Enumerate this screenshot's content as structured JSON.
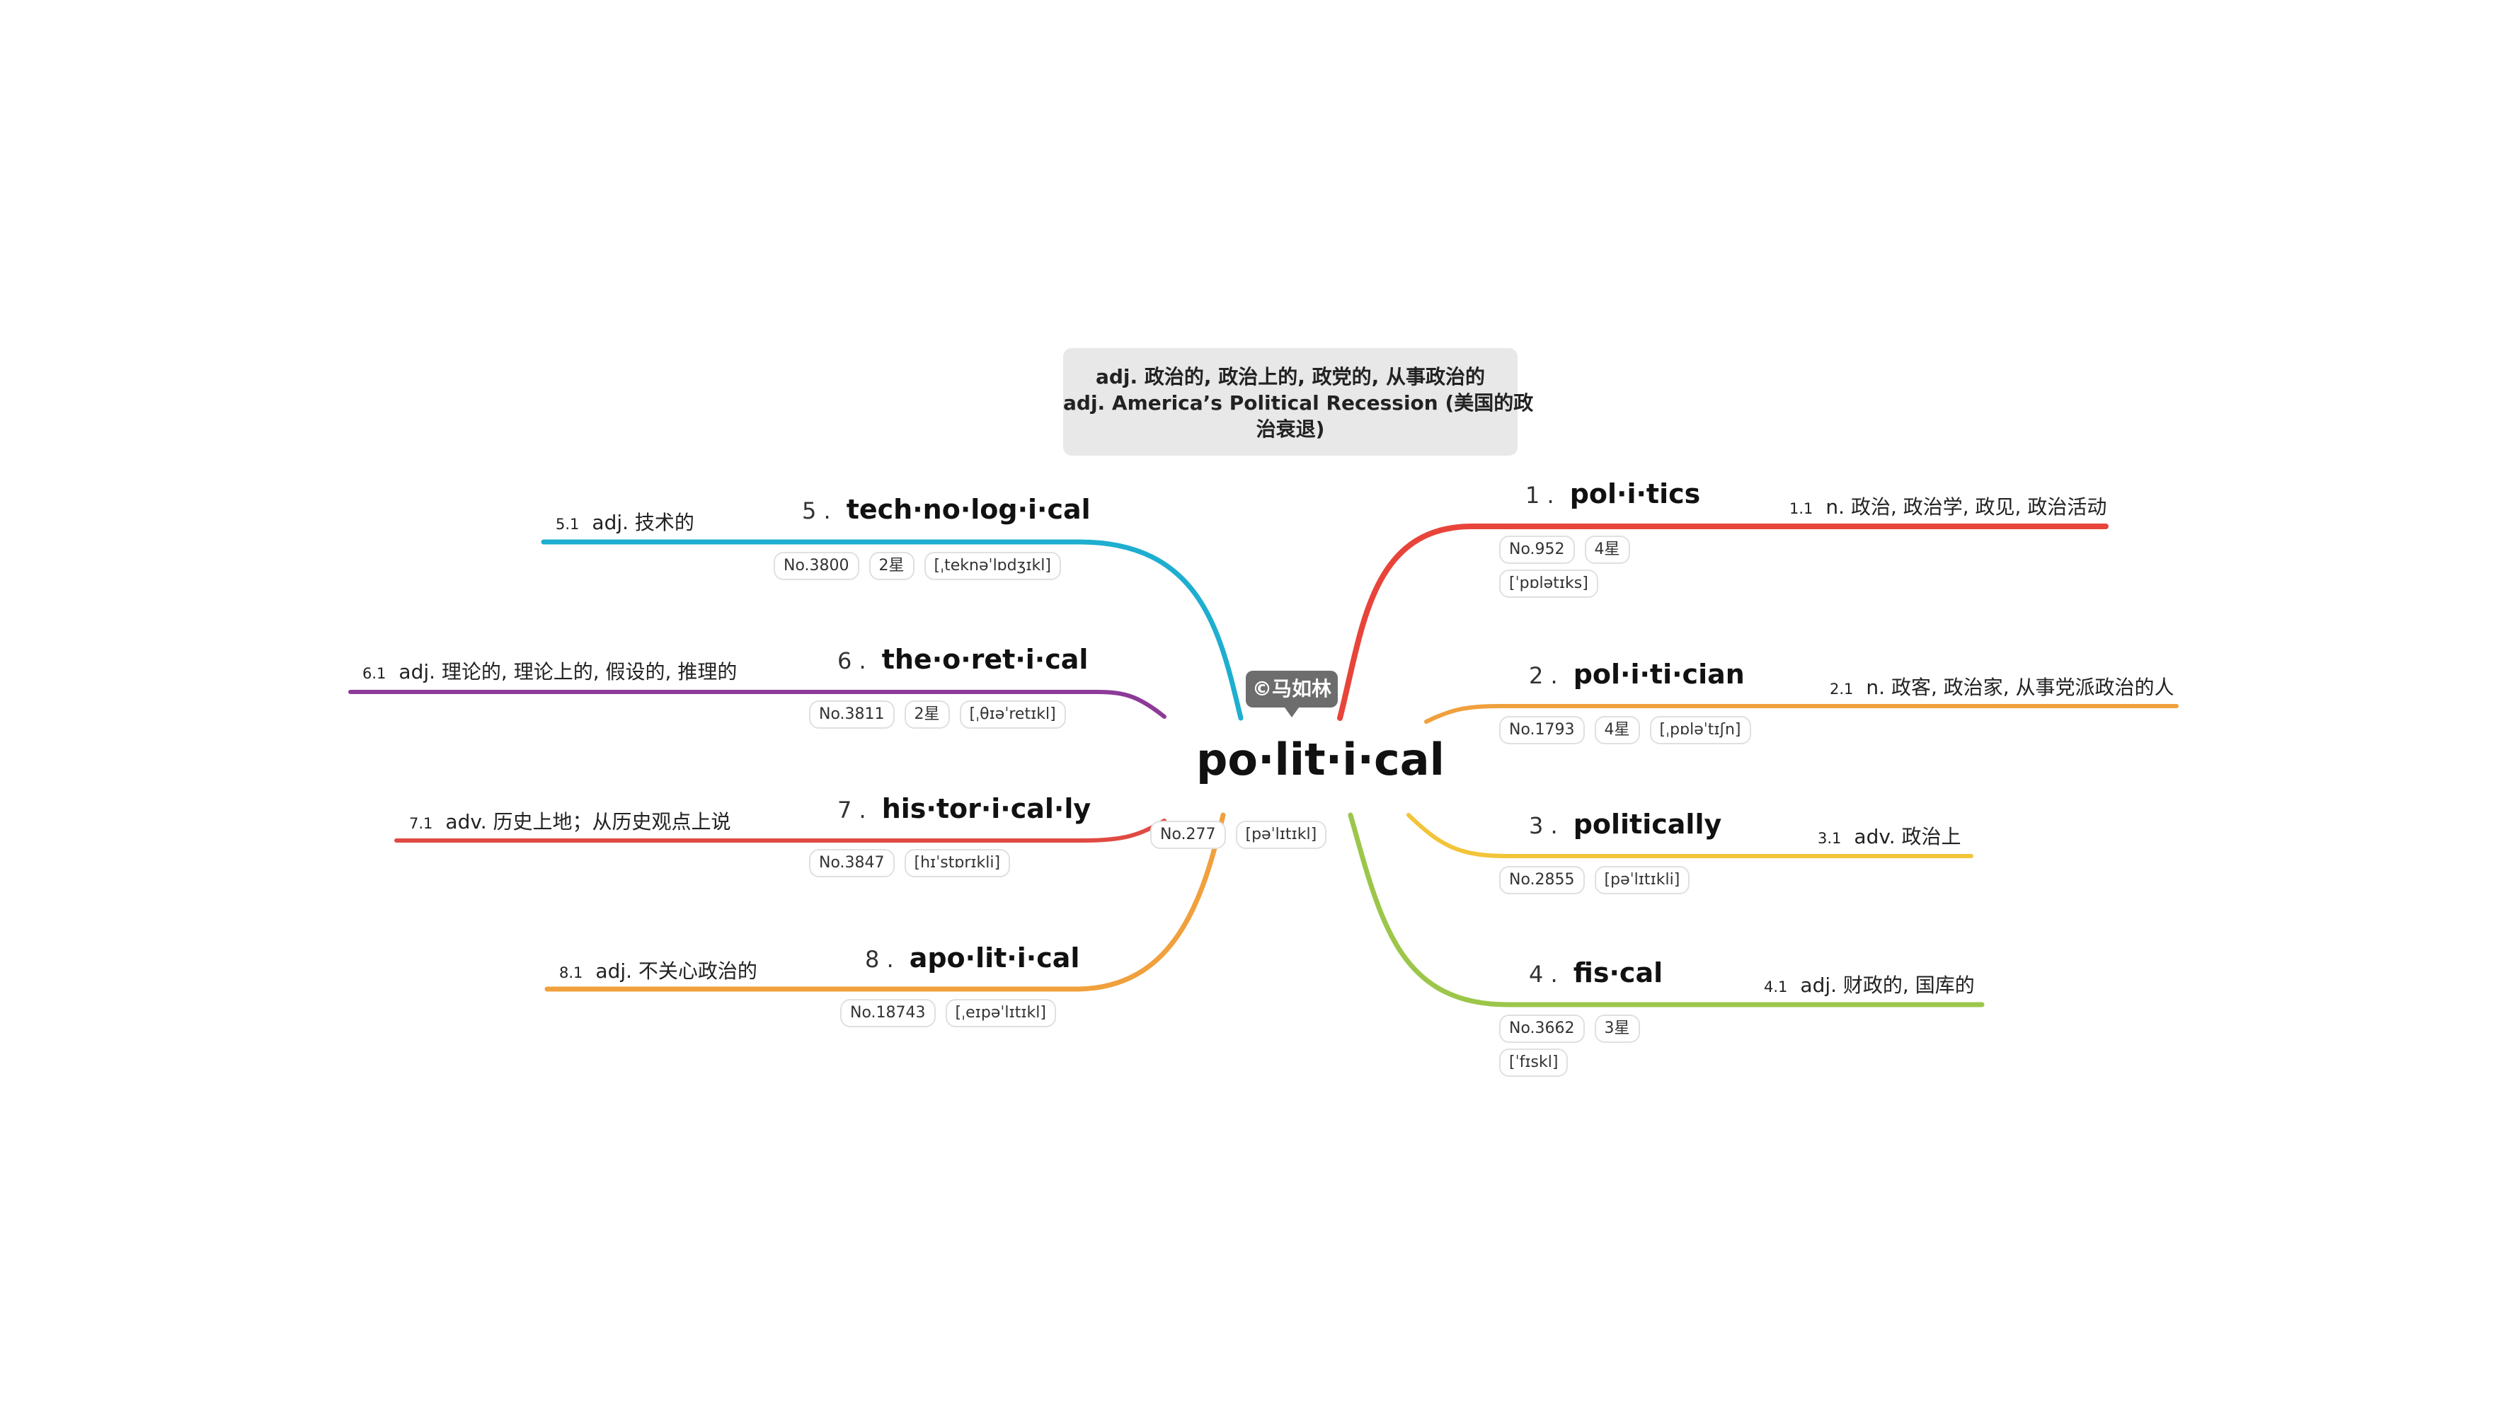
{
  "note": {
    "line1": "adj. 政治的, 政治上的, 政党的, 从事政治的",
    "line2": "adj. America’s Political Recession (美国的政",
    "line3": "治衰退)"
  },
  "copyright": "©马如林",
  "central": {
    "word": "po·lit·i·cal",
    "rank": "No.277",
    "phonetic": "[pəˈlɪtɪkl]"
  },
  "branches": [
    {
      "num": "1 .",
      "word": "pol·i·tics",
      "def_index": "1.1",
      "definition": "n. 政治, 政治学, 政见, 政治活动",
      "rank": "No.952",
      "stars": "4星",
      "phonetic": "[ˈpɒlətɪks]",
      "color": "#e8443a"
    },
    {
      "num": "2 .",
      "word": "pol·i·ti·cian",
      "def_index": "2.1",
      "definition": "n. 政客, 政治家, 从事党派政治的人",
      "rank": "No.1793",
      "stars": "4星",
      "phonetic": "[ˌpɒləˈtɪʃn]",
      "color": "#f0a03c"
    },
    {
      "num": "3 .",
      "word": "politically",
      "def_index": "3.1",
      "definition": "adv. 政治上",
      "rank": "No.2855",
      "stars": "",
      "phonetic": "[pəˈlɪtɪkli]",
      "color": "#f2c439"
    },
    {
      "num": "4 .",
      "word": "fis·cal",
      "def_index": "4.1",
      "definition": "adj. 财政的, 国库的",
      "rank": "No.3662",
      "stars": "3星",
      "phonetic": "[ˈfɪskl]",
      "color": "#9cc64a"
    },
    {
      "num": "5 .",
      "word": "tech·no·log·i·cal",
      "def_index": "5.1",
      "definition": "adj. 技术的",
      "rank": "No.3800",
      "stars": "2星",
      "phonetic": "[ˌteknəˈlɒdʒɪkl]",
      "color": "#1eaed0"
    },
    {
      "num": "6 .",
      "word": "the·o·ret·i·cal",
      "def_index": "6.1",
      "definition": "adj. 理论的, 理论上的, 假设的, 推理的",
      "rank": "No.3811",
      "stars": "2星",
      "phonetic": "[ˌθɪəˈretɪkl]",
      "color": "#8d3a98"
    },
    {
      "num": "7 .",
      "word": "his·tor·i·cal·ly",
      "def_index": "7.1",
      "definition": "adv. 历史上地；从历史观点上说",
      "rank": "No.3847",
      "stars": "",
      "phonetic": "[hɪˈstɒrɪkli]",
      "color": "#e04a42"
    },
    {
      "num": "8 .",
      "word": "apo·lit·i·cal",
      "def_index": "8.1",
      "definition": "adj. 不关心政治的",
      "rank": "No.18743",
      "stars": "",
      "phonetic": "[ˌeɪpəˈlɪtɪkl]",
      "color": "#f0a03c"
    }
  ]
}
